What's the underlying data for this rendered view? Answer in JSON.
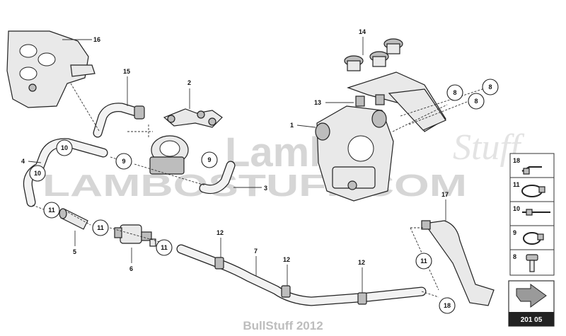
{
  "diagram": {
    "part_labels": {
      "p1": "1",
      "p2": "2",
      "p3": "3",
      "p4": "4",
      "p5": "5",
      "p6": "6",
      "p7": "7",
      "p12a": "12",
      "p12b": "12",
      "p12c": "12",
      "p13": "13",
      "p14": "14",
      "p15": "15",
      "p16": "16",
      "p17": "17"
    },
    "callouts": {
      "c8a": "8",
      "c8b": "8",
      "c8c": "8",
      "c9a": "9",
      "c9b": "9",
      "c10a": "10",
      "c10b": "10",
      "c11a": "11",
      "c11b": "11",
      "c11c": "11",
      "c11d": "11",
      "c18": "18"
    },
    "watermark": {
      "brand": "Lambo",
      "script": "Stuff",
      "site": "LAMBOSTUFF.COM"
    },
    "legend": {
      "items": [
        "18",
        "11",
        "10",
        "9",
        "8"
      ]
    },
    "page_code": "201 05",
    "footer": "BullStuff 2012"
  }
}
